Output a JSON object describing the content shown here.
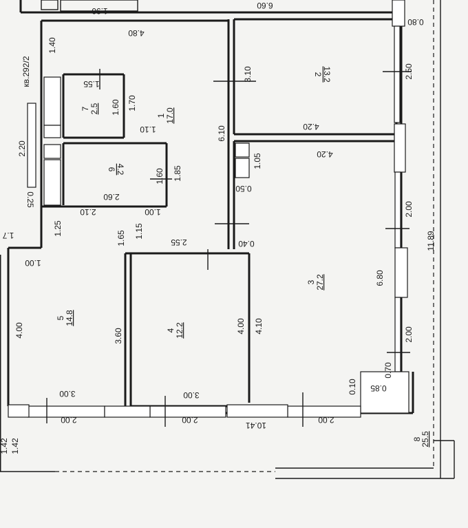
{
  "plan": {
    "apartment_label": "кв.292/2",
    "rooms": [
      {
        "id": "1",
        "number": "1",
        "area": "17.0"
      },
      {
        "id": "2",
        "number": "2",
        "area": "13.2"
      },
      {
        "id": "3",
        "number": "3",
        "area": "27.2"
      },
      {
        "id": "4",
        "number": "4",
        "area": "12.2"
      },
      {
        "id": "5",
        "number": "5",
        "area": "14.8"
      },
      {
        "id": "6",
        "number": "6",
        "area": "4.2"
      },
      {
        "id": "7",
        "number": "7",
        "area": "2.5"
      },
      {
        "id": "8",
        "number": "8",
        "area": "25.5"
      }
    ],
    "dimensions": {
      "top_190": "1.90",
      "top_660": "6.60",
      "top_480": "4.80",
      "right_080": "0.80",
      "left_140": "1.40",
      "r7_155": "1.55",
      "r7_160": "1.60",
      "r7_170": "1.70",
      "r7_110": "1.10",
      "r1_610": "6.10",
      "r2_310": "3.10",
      "r2_250": "2.50",
      "r2_420": "4.20",
      "r3_420": "4.20",
      "r3_105": "1.05",
      "r3_050": "0.50",
      "left_220": "2.20",
      "left_025": "0.25",
      "r6_160": "1.60",
      "r6_185": "1.85",
      "r6_260": "2.60",
      "r6_210": "2.10",
      "r6_100": "1.00",
      "cut_17": "1.7",
      "r5_125": "1.25",
      "r5_165": "1.65",
      "r5_115": "1.15",
      "r4_255": "2.55",
      "r3_040": "0.40",
      "r3_200a": "2.00",
      "r3_680": "6.80",
      "r3_1189": "11.89",
      "r5_100": "1.00",
      "r5_400": "4.00",
      "r5_360": "3.60",
      "r4_400": "4.00",
      "r4_410": "4.10",
      "r3_200b": "2.00",
      "r3_070": "0.70",
      "r3_010": "0.10",
      "r3_085": "0.85",
      "r5_300": "3.00",
      "r4_300": "3.00",
      "b_200a": "2.00",
      "b_200b": "2.00",
      "b_200c": "2.00",
      "b_1041": "10.41",
      "b_142a": "1.42",
      "b_142b": "1.42"
    }
  }
}
